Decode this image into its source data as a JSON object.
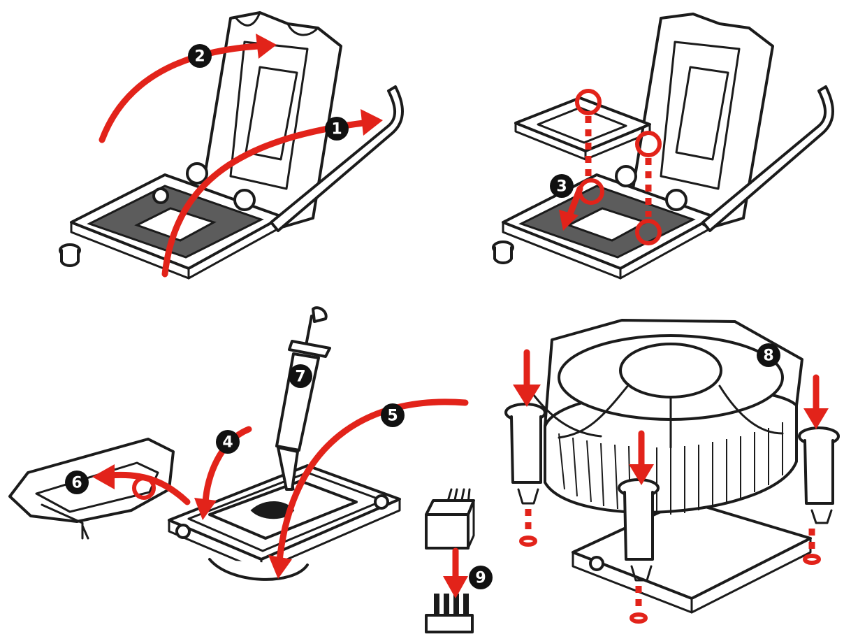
{
  "colors": {
    "accent_red": "#e2231a",
    "line_black": "#1b1b1b",
    "badge_black": "#111111"
  },
  "steps": [
    {
      "number": "1"
    },
    {
      "number": "2"
    },
    {
      "number": "3"
    },
    {
      "number": "4"
    },
    {
      "number": "5"
    },
    {
      "number": "6"
    },
    {
      "number": "7"
    },
    {
      "number": "8"
    },
    {
      "number": "9"
    }
  ]
}
